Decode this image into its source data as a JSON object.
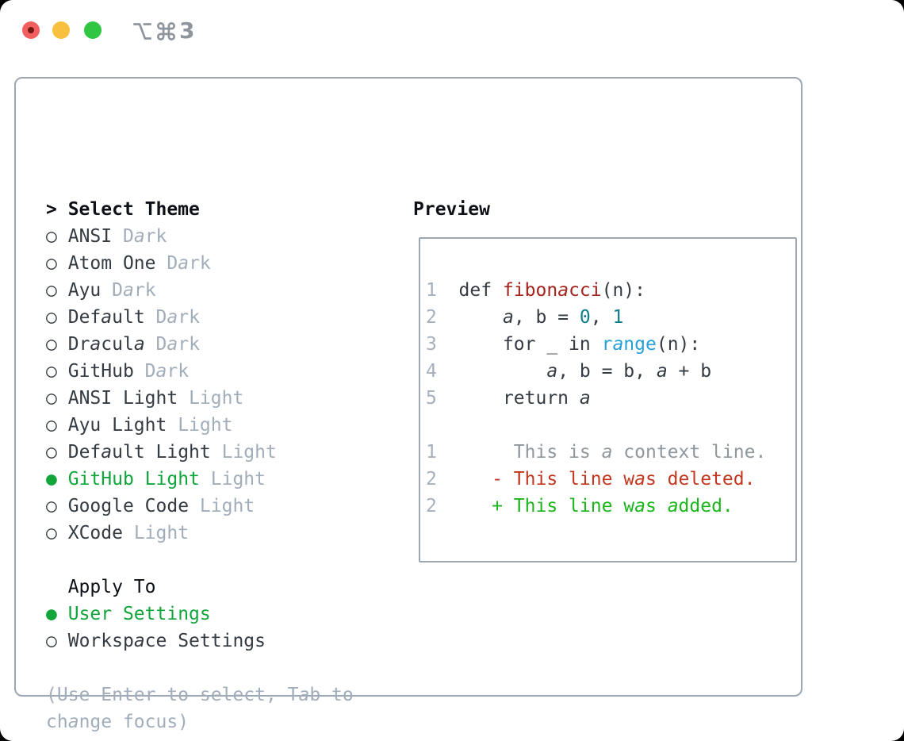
{
  "window": {
    "title_suffix": "3",
    "titlebar_icons": [
      "option-key",
      "command-key"
    ]
  },
  "theme_selector": {
    "prompt": ">",
    "header": "Select Theme",
    "markers": {
      "selected": "●",
      "unselected": "○"
    },
    "items": [
      {
        "name": "ANSI",
        "variant": "Dark",
        "selected": false
      },
      {
        "name": "Atom One",
        "variant": "Dark",
        "selected": false
      },
      {
        "name": "Ayu",
        "variant": "Dark",
        "selected": false
      },
      {
        "name": "Default",
        "variant": "Dark",
        "selected": false
      },
      {
        "name": "Dracula",
        "variant": "Dark",
        "selected": false
      },
      {
        "name": "GitHub",
        "variant": "Dark",
        "selected": false
      },
      {
        "name": "ANSI Light",
        "variant": "Light",
        "selected": false
      },
      {
        "name": "Ayu Light",
        "variant": "Light",
        "selected": false
      },
      {
        "name": "Default Light",
        "variant": "Light",
        "selected": false
      },
      {
        "name": "GitHub Light",
        "variant": "Light",
        "selected": true
      },
      {
        "name": "Google Code",
        "variant": "Light",
        "selected": false
      },
      {
        "name": "XCode",
        "variant": "Light",
        "selected": false
      }
    ]
  },
  "apply_to": {
    "header": "Apply To",
    "items": [
      {
        "label": "User Settings",
        "selected": true
      },
      {
        "label": "Workspace Settings",
        "selected": false
      }
    ]
  },
  "help_lines": [
    "(Use Enter to select, Tab to",
    "change focus)"
  ],
  "preview": {
    "header": "Preview",
    "lines": [
      [
        [
          "1",
          "lineno"
        ],
        [
          "  def ",
          "plain"
        ],
        [
          "fibonacci",
          "function"
        ],
        [
          "(n):",
          "plain"
        ]
      ],
      [
        [
          "2",
          "lineno"
        ],
        [
          "      a, b = ",
          "plain"
        ],
        [
          "0",
          "number"
        ],
        [
          ", ",
          "plain"
        ],
        [
          "1",
          "number"
        ]
      ],
      [
        [
          "3",
          "lineno"
        ],
        [
          "      for _ in ",
          "plain"
        ],
        [
          "range",
          "builtin"
        ],
        [
          "(n):",
          "plain"
        ]
      ],
      [
        [
          "4",
          "lineno"
        ],
        [
          "          a, b = b, a + b",
          "plain"
        ]
      ],
      [
        [
          "5",
          "lineno"
        ],
        [
          "      return a",
          "plain"
        ]
      ],
      [],
      [
        [
          "1",
          "lineno"
        ],
        [
          "       ",
          "plain"
        ],
        [
          "This is a context line.",
          "context"
        ]
      ],
      [
        [
          "2",
          "lineno"
        ],
        [
          "     ",
          "plain"
        ],
        [
          "- This line was deleted.",
          "deleted"
        ]
      ],
      [
        [
          "2",
          "lineno"
        ],
        [
          "     ",
          "plain"
        ],
        [
          "+ This line was added.",
          "added"
        ]
      ]
    ]
  },
  "colors": {
    "text": "#343b42",
    "heading": "#0d1117",
    "muted": "#a2adba",
    "accent_green": "#12a53b",
    "border": "#9da7b1",
    "function_red": "#a3241d",
    "number_teal": "#0d7e8a",
    "builtin_blue": "#27a0d8",
    "lineno": "#a5b0bc",
    "context": "#8f979e",
    "deleted_red": "#c2371e",
    "added_green": "#1cb51e",
    "title_gray": "#8f959d",
    "light_close": "#f1605f",
    "light_close_dot": "#731712",
    "light_minimize": "#f9bf3f",
    "light_zoom": "#30c641"
  }
}
